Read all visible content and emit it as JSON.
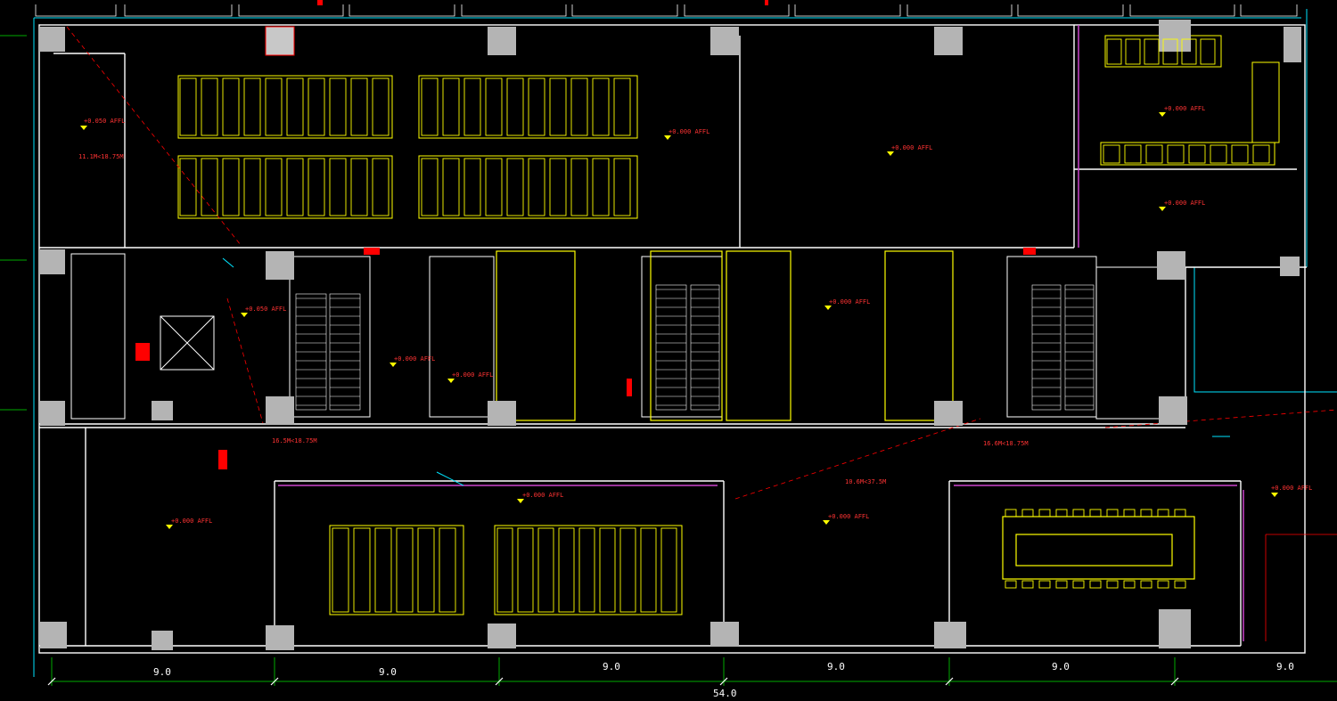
{
  "colors": {
    "background": "#000000",
    "wall": "#ffffff",
    "furniture": "#ffff00",
    "annotation": "#ff0000",
    "dimension": "#00aa00",
    "partition": "#cc44cc",
    "fixture": "#00e5ff",
    "column": "#b4b4b4"
  },
  "labels": {
    "dim_room_a": "11.1M<18.75M",
    "dim_corridor_left": "16.5M<18.75M",
    "dim_corridor_center": "10.6M<37.5M",
    "dim_corridor_right": "16.6M<18.75M",
    "total_width": "54.0",
    "bay_1": "9.0",
    "bay_2": "9.0",
    "bay_3": "9.0",
    "bay_4": "9.0",
    "bay_5": "9.0",
    "bay_6": "9.0",
    "elev_room_a": "+0.050 AFFL",
    "elev_room_b": "+0.000 AFFL",
    "elev_room_c": "+0.000 AFFL",
    "elev_room_d": "+0.000 AFFL",
    "elev_corridor_1": "+0.050 AFFL",
    "elev_corridor_2": "+0.000 AFFL",
    "elev_corridor_3": "+0.000 AFFL",
    "elev_corridor_4": "+0.000 AFFL",
    "elev_lower_left": "+0.000 AFFL",
    "elev_lower_mid": "+0.000 AFFL",
    "elev_lower_center": "+0.000 AFFL",
    "elev_lower_right": "+0.000 AFFL",
    "elev_meeting": "+0.000 AFFL"
  }
}
